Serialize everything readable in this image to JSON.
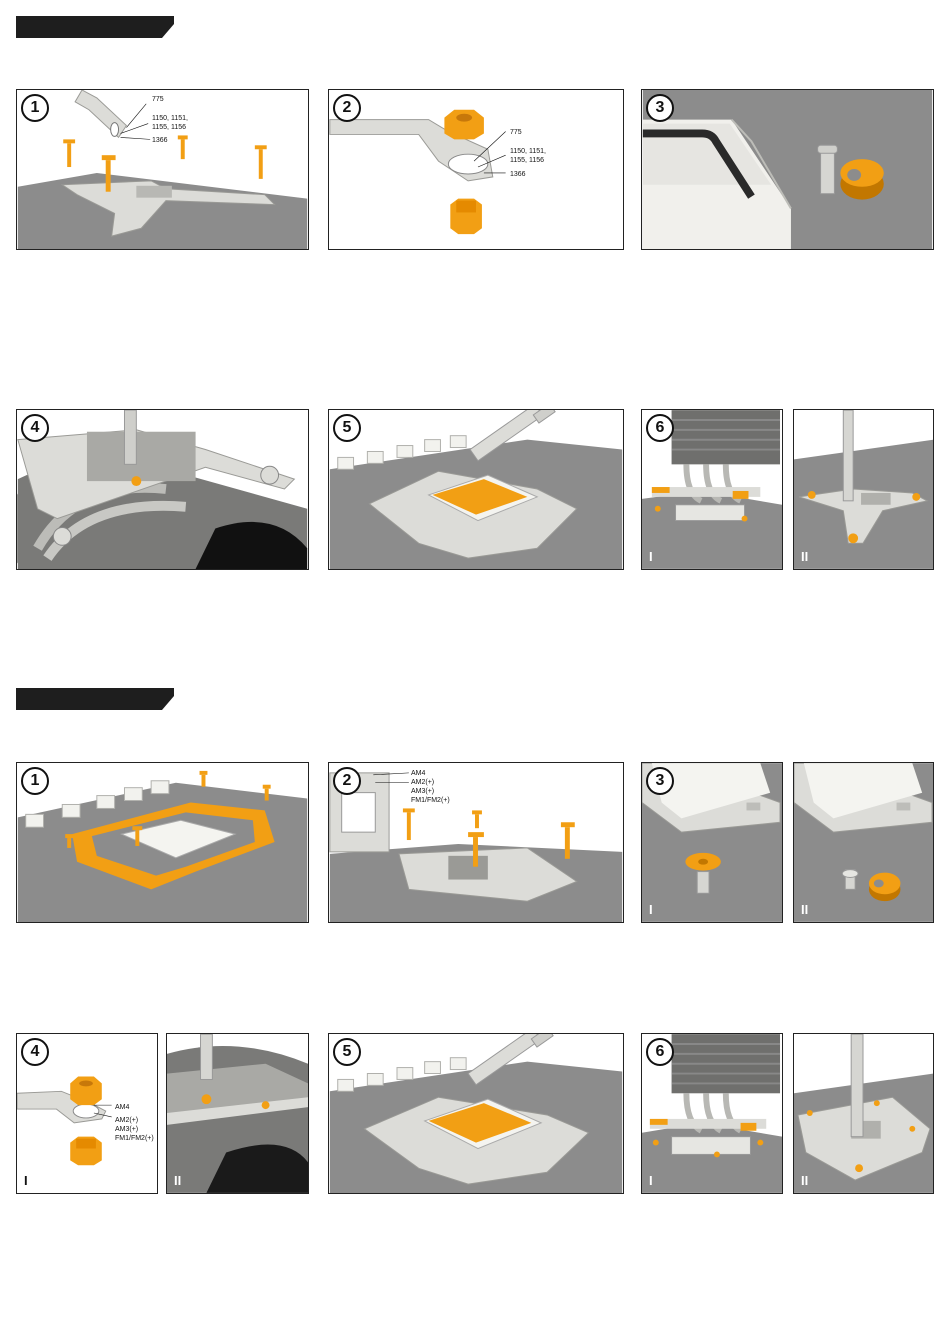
{
  "colors": {
    "accent": "#f29f14",
    "background": "#8c8c8c",
    "part": "#dcdcd8",
    "tab": "#1e1e1e"
  },
  "section1": {
    "step1": {
      "num": "1",
      "labels": [
        "775",
        "1150, 1151,",
        "1155, 1156",
        "1366"
      ]
    },
    "step2": {
      "num": "2",
      "labels": [
        "775",
        "1150, 1151,",
        "1155, 1156",
        "1366"
      ]
    },
    "step3": {
      "num": "3"
    },
    "step4": {
      "num": "4"
    },
    "step5": {
      "num": "5"
    },
    "step6": {
      "num": "6",
      "sub_a": "I",
      "sub_b": "II"
    }
  },
  "section2": {
    "step1": {
      "num": "1"
    },
    "step2": {
      "num": "2",
      "labels": [
        "AM4",
        "AM2(+)",
        "AM3(+)",
        "FM1/FM2(+)"
      ]
    },
    "step3": {
      "num": "3",
      "sub_a": "I",
      "sub_b": "II"
    },
    "step4": {
      "num": "4",
      "sub_a": "I",
      "sub_b": "II",
      "labels": [
        "AM4",
        "AM2(+)",
        "AM3(+)",
        "FM1/FM2(+)"
      ]
    },
    "step5": {
      "num": "5"
    },
    "step6": {
      "num": "6",
      "sub_a": "I",
      "sub_b": "II"
    }
  }
}
